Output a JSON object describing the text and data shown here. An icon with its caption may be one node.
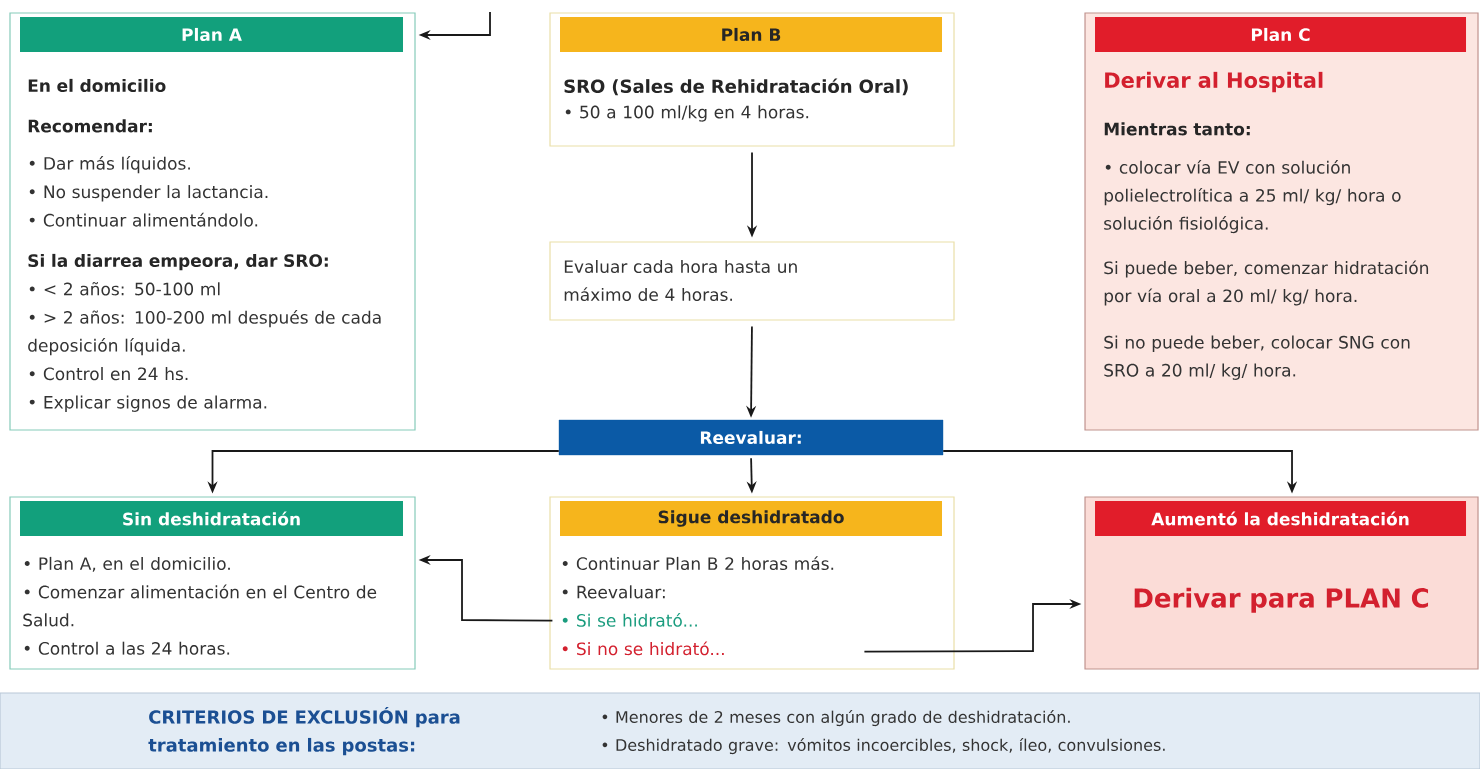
{
  "diagram": {
    "nodes": [
      {
        "text": [
          "Plan A",
          "En el domicilio",
          "Recomendar:",
          "• Dar más líquidos.",
          "• No suspender la lactancia.",
          "• Continuar alimentándolo.",
          "Si la diarrea empeora, dar SRO:",
          "• < 2 años: 50-100 ml",
          "• > 2 años: 100-200 ml después de cada deposición líquida.",
          "• Control en 24 hs.",
          "• Explicar signos de alarma."
        ]
      },
      {
        "text": [
          "Plan B",
          "SRO (Sales de Rehidratación Oral)",
          "• 50 a 100 ml/kg en 4 horas."
        ]
      },
      {
        "text": [
          "Plan C",
          "Derivar al Hospital",
          "Mientras tanto:",
          "• colocar vía EV con solución polielectrolítica a 25 ml/ kg/ hora o solución fisiológica.",
          "Si puede beber, comenzar hidratación por vía oral a 20 ml/ kg/ hora.",
          "Si no puede beber, colocar SNG con SRO a 20 ml/ kg/ hora."
        ]
      },
      {
        "text": [
          "Evaluar cada hora hasta un máximo de 4 horas."
        ]
      },
      {
        "text": [
          "Reevaluar:"
        ]
      },
      {
        "text": [
          "Sin deshidratación",
          "• Plan A, en el domicilio.",
          "• Comenzar alimentación en el Centro de Salud.",
          "• Control a las 24 horas."
        ]
      },
      {
        "text": [
          "Sigue deshidratado",
          "• Continuar Plan B 2 horas más.",
          "• Reevaluar:",
          "• Si se hidrató...",
          "• Si no se hidrató..."
        ]
      },
      {
        "text": [
          "Aumentó la deshidratación",
          "Derivar para PLAN C"
        ]
      },
      {
        "text": [
          "CRITERIOS DE EXCLUSIÓN para tratamiento en las postas:",
          "• Menores de 2 meses con algún grado de deshidratación.",
          "• Deshidratado grave: vómitos incoercibles, shock, íleo, convulsiones."
        ]
      }
    ],
    "edges": [
      {
        "from": null,
        "to": 0,
        "arrow": "to"
      },
      {
        "from": 1,
        "to": 3,
        "arrow": "to"
      },
      {
        "from": 3,
        "to": 4,
        "arrow": "to"
      },
      {
        "from": 4,
        "to": 5,
        "arrow": "to"
      },
      {
        "from": 4,
        "to": 6,
        "arrow": "to"
      },
      {
        "from": 4,
        "to": 7,
        "arrow": "to"
      },
      {
        "from": 6,
        "to": 5,
        "arrow": "to"
      },
      {
        "from": 6,
        "to": 7,
        "arrow": "to"
      }
    ]
  }
}
